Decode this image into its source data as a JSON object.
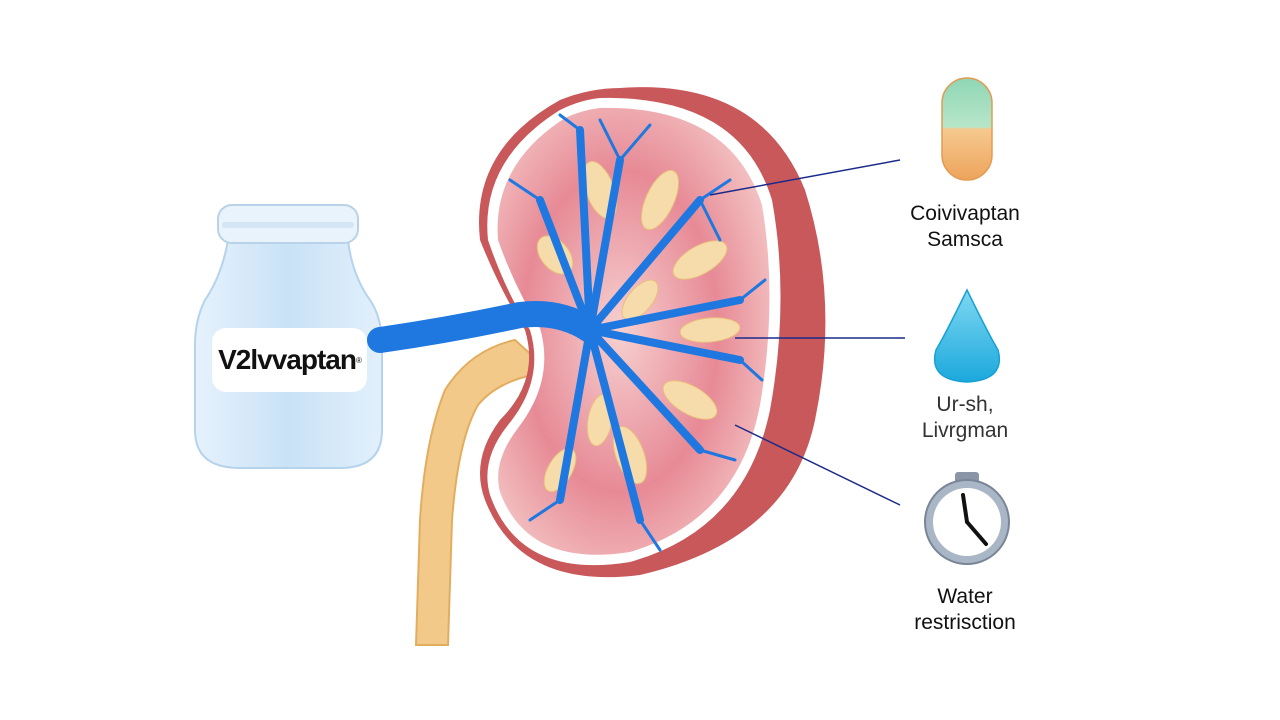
{
  "jar": {
    "label": "V2lvvaptan",
    "mark": "®"
  },
  "callouts": [
    {
      "icon": "capsule-icon",
      "line1": "Coivivaptan",
      "line2": "Samsca"
    },
    {
      "icon": "water-drop-icon",
      "line1": "Ur-sh,",
      "line2": "Livrgman"
    },
    {
      "icon": "stopwatch-icon",
      "line1": "Water",
      "line2": "restrisction"
    }
  ],
  "colors": {
    "vessel": "#1e78e0",
    "cortex": "#f2b5bb",
    "rim": "#c9585a",
    "ureter": "#f3c98a",
    "jar": "#cfe6fa",
    "line": "#1a2a8a"
  }
}
